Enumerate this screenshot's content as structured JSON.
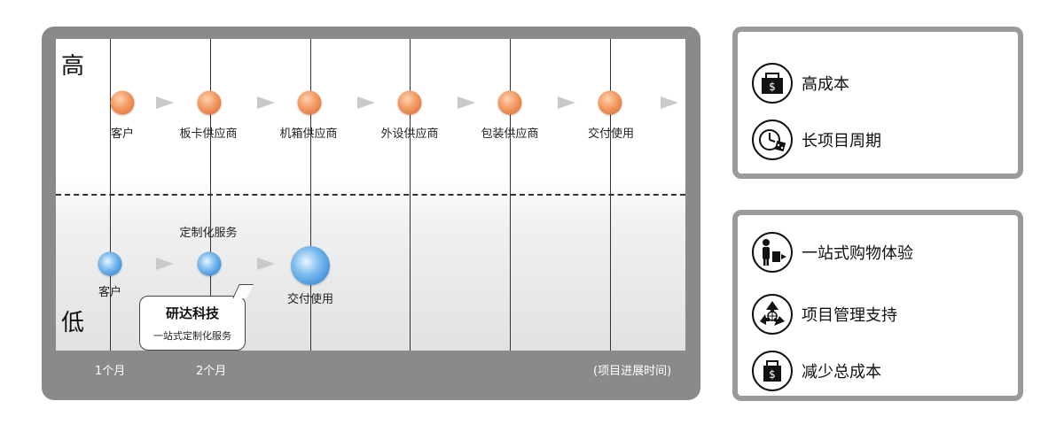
{
  "diagram": {
    "high_label": "高",
    "low_label": "低",
    "top_row": {
      "nodes": [
        {
          "label": "客户"
        },
        {
          "label": "板卡供应商"
        },
        {
          "label": "机箱供应商"
        },
        {
          "label": "外设供应商"
        },
        {
          "label": "包装供应商"
        },
        {
          "label": "交付使用"
        }
      ]
    },
    "bottom_row": {
      "nodes": [
        {
          "label": "客户"
        },
        {
          "label": "定制化服务"
        },
        {
          "label": "交付使用"
        }
      ]
    },
    "callout": {
      "title": "研达科技",
      "subtitle": "一站式定制化服务"
    },
    "time_axis": {
      "month1": "1个月",
      "month2": "2个月",
      "caption": "(项目进展时间)"
    },
    "colors": {
      "frame": "#8a8a8a",
      "orange_node": "#f39a62",
      "blue_node": "#1d77c8",
      "arrow": "#c9c9c9"
    }
  },
  "panel_problems": {
    "items": [
      {
        "icon": "money-bag-icon",
        "label": "高成本"
      },
      {
        "icon": "clock-dice-icon",
        "label": "长项目周期"
      }
    ]
  },
  "panel_benefits": {
    "items": [
      {
        "icon": "traveler-luggage-icon",
        "label": "一站式购物体验"
      },
      {
        "icon": "recycle-globe-icon",
        "label": "项目管理支持"
      },
      {
        "icon": "money-bag-icon",
        "label": "减少总成本"
      }
    ]
  }
}
